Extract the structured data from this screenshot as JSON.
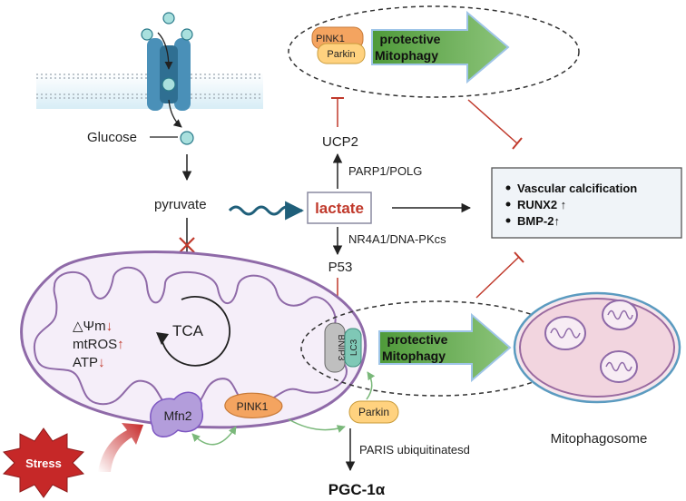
{
  "labels": {
    "glucose": "Glucose",
    "pyruvate": "pyruvate",
    "lactate": "lactate",
    "ucp2": "UCP2",
    "parp1_polg": "PARP1/POLG",
    "nr4a1": "NR4A1/DNA-PKcs",
    "p53": "P53",
    "tca": "TCA",
    "delta_psi": "△Ψm",
    "mtros": "mtROS",
    "atp": "ATP",
    "mfn2": "Mfn2",
    "pink1": "PINK1",
    "parkin": "Parkin",
    "bnip3": "BNIP3",
    "lc3": "LC3",
    "stress": "Stress",
    "paris": "PARIS ubiquitinatesd",
    "pgc1a": "PGC-1α",
    "mitophagosome": "Mitophagosome",
    "up_arrow": "↑",
    "down_arrow": "↓"
  },
  "top_mitophagy": {
    "pink1": "PINK1",
    "parkin": "Parkin",
    "line1": "protective",
    "line2": "Mitophagy"
  },
  "bottom_mitophagy": {
    "line1": "protective",
    "line2": "Mitophagy"
  },
  "outcome_box": {
    "items": [
      "Vascular calcification",
      "RUNX2 ↑",
      "BMP-2↑"
    ]
  },
  "colors": {
    "mito_fill": "#f5eef9",
    "mito_stroke": "#8f6aa8",
    "arrow_green_fill": "#6aa84f",
    "arrow_green_stroke": "#9fc5e8",
    "lactate_red": "#c0392b",
    "inhibit_red": "#c0392b",
    "pink1_orange": "#f4a460",
    "parkin_yellow": "#ffd27f",
    "mfn2_purple": "#b39ddb",
    "lc3_teal": "#7fc8b6",
    "stress_red": "#c62828",
    "channel_blue": "#4a90b8"
  }
}
